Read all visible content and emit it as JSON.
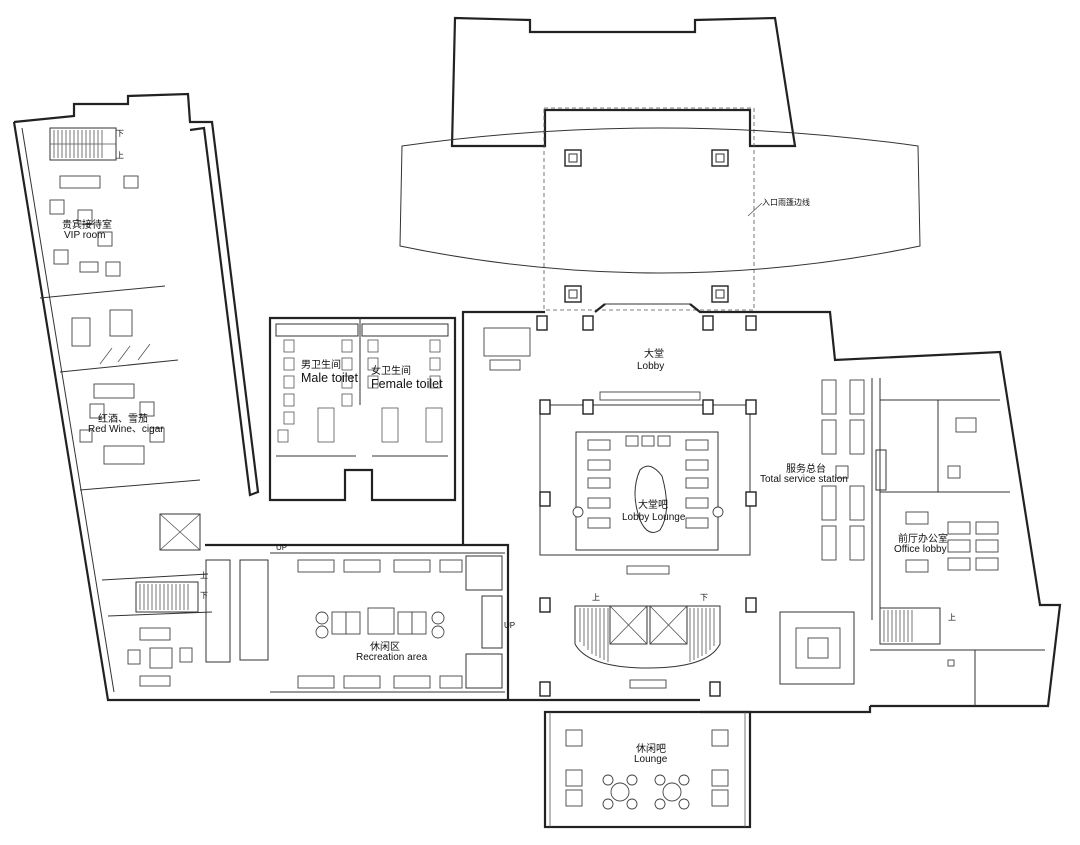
{
  "rooms": {
    "vip": {
      "cn": "贵宾接待室",
      "en": "VIP room"
    },
    "wine": {
      "cn": "红酒、雪茄",
      "en": "Red Wine、cigar"
    },
    "male": {
      "cn": "男卫生间",
      "en": "Male toilet"
    },
    "female": {
      "cn": "女卫生间",
      "en": "Female toilet"
    },
    "lobby": {
      "cn": "大堂",
      "en": "Lobby"
    },
    "lobby_lounge": {
      "cn": "大堂吧",
      "en": "Lobby Lounge"
    },
    "service": {
      "cn": "服务总台",
      "en": "Total service station"
    },
    "office": {
      "cn": "前厅办公室",
      "en": "Office lobby"
    },
    "recreation": {
      "cn": "休闲区",
      "en": "Recreation area"
    },
    "lounge": {
      "cn": "休闲吧",
      "en": "Lounge"
    }
  },
  "annotations": {
    "canopy": "入口雨篷边线",
    "up": "UP",
    "down": "下",
    "upper": "上"
  }
}
